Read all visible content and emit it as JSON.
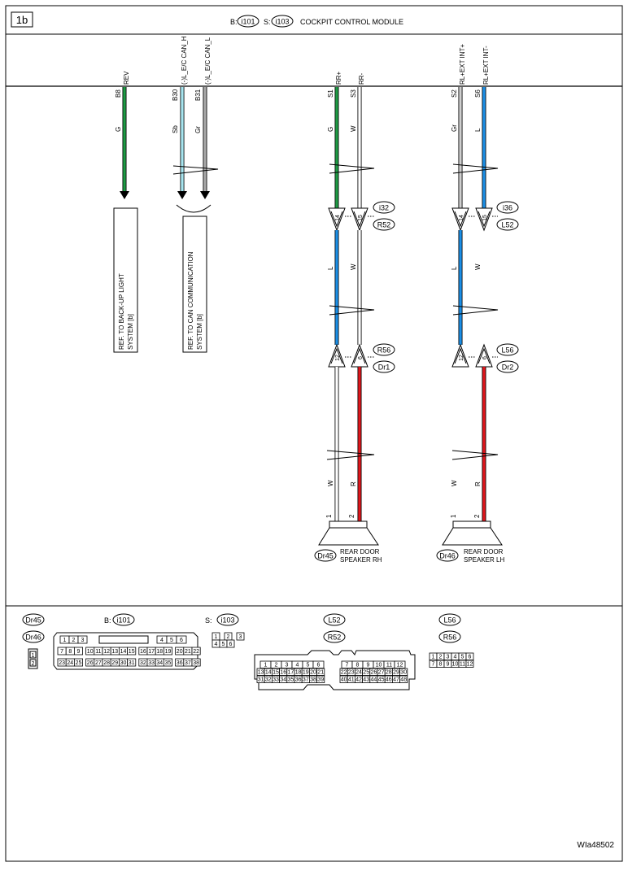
{
  "page_tag": "1b",
  "title": {
    "b_prefix": "B:",
    "b_conn": "i101",
    "s_prefix": "S:",
    "s_conn": "i103",
    "module_name": "COCKPIT CONTROL MODULE"
  },
  "module_pins": [
    {
      "pin": "B8",
      "signal": "REV",
      "color": "G",
      "hex": "#1e9a44"
    },
    {
      "pin": "B30",
      "signal": "(-)L_E/C CAN_H",
      "color": "Sb",
      "hex": "#a8e6f0"
    },
    {
      "pin": "B31",
      "signal": "(-)L_E/C CAN_L",
      "color": "Gr",
      "hex": "#a9a9a9"
    },
    {
      "pin": "S1",
      "signal": "RR+",
      "color": "G",
      "hex": "#1e9a44"
    },
    {
      "pin": "S3",
      "signal": "RR-",
      "color": "W",
      "hex": "#ffffff"
    },
    {
      "pin": "S2",
      "signal": "RL+EXT INT+",
      "color": "Gr",
      "hex": "#cfcfcf"
    },
    {
      "pin": "S6",
      "signal": "RL+EXT INT-",
      "color": "L",
      "hex": "#1b8fe6"
    }
  ],
  "refs": {
    "backup": [
      "REF. TO BACK-UP LIGHT",
      "SYSTEM [b]"
    ],
    "can": [
      "REF. TO CAN COMMUNICATION",
      "SYSTEM [b]"
    ]
  },
  "rh_branch": {
    "upper_conn_a": "i32",
    "upper_conn_b": "R52",
    "upper_pins": [
      "14",
      "15"
    ],
    "mid_colors": [
      "L",
      "W"
    ],
    "lower_conn_a": "R56",
    "lower_conn_b": "Dr1",
    "lower_pins": [
      "12",
      "6"
    ],
    "bottom_colors": [
      "W",
      "R"
    ],
    "speaker_pins": [
      "1",
      "2"
    ],
    "speaker_conn": "Dr45",
    "speaker_label": [
      "REAR DOOR",
      "SPEAKER RH"
    ]
  },
  "lh_branch": {
    "upper_conn_a": "i36",
    "upper_conn_b": "L52",
    "upper_pins": [
      "14",
      "15"
    ],
    "mid_colors": [
      "L",
      "W"
    ],
    "lower_conn_a": "L56",
    "lower_conn_b": "Dr2",
    "lower_pins": [
      "12",
      "6"
    ],
    "bottom_colors": [
      "W",
      "R"
    ],
    "speaker_pins": [
      "1",
      "2"
    ],
    "speaker_conn": "Dr46",
    "speaker_label": [
      "REAR DOOR",
      "SPEAKER LH"
    ]
  },
  "wire_colors": {
    "green": "#1e9a44",
    "blue": "#1b8fe6",
    "red": "#e0161c",
    "gray": "#cfcfcf",
    "skyblue": "#a8e6f0",
    "darkgray": "#a9a9a9"
  },
  "connector_views": {
    "dr": {
      "names": [
        "Dr45",
        "Dr46"
      ],
      "pins": [
        "1",
        "2"
      ]
    },
    "i101": {
      "prefix": "B:",
      "name": "i101",
      "row1_left": [
        "1",
        "2",
        "3"
      ],
      "row1_right": [
        "4",
        "5",
        "6"
      ],
      "row2": [
        "7",
        "8",
        "9",
        "10",
        "11",
        "12",
        "13",
        "14",
        "15",
        "16",
        "17",
        "18",
        "19",
        "20",
        "21",
        "22"
      ],
      "row3": [
        "23",
        "24",
        "25",
        "26",
        "27",
        "28",
        "29",
        "30",
        "31",
        "32",
        "33",
        "34",
        "35",
        "36",
        "37",
        "38"
      ]
    },
    "i103": {
      "prefix": "S:",
      "name": "i103",
      "pins": [
        "1",
        "2",
        "3",
        "4",
        "5",
        "6"
      ]
    },
    "l52": {
      "names": [
        "L52",
        "R52"
      ],
      "left_row1": [
        "1",
        "2",
        "3",
        "4",
        "5",
        "6"
      ],
      "left_row2": [
        "13",
        "14",
        "15",
        "16",
        "17",
        "18",
        "19",
        "20",
        "21"
      ],
      "left_row3": [
        "31",
        "32",
        "33",
        "34",
        "35",
        "36",
        "37",
        "38",
        "39"
      ],
      "right_row1": [
        "7",
        "8",
        "9",
        "10",
        "11",
        "12"
      ],
      "right_row2": [
        "22",
        "23",
        "24",
        "25",
        "26",
        "27",
        "28",
        "29",
        "30"
      ],
      "right_row3": [
        "40",
        "41",
        "42",
        "43",
        "44",
        "45",
        "46",
        "47",
        "48"
      ]
    },
    "l56": {
      "names": [
        "L56",
        "R56"
      ],
      "row1": [
        "1",
        "2",
        "3",
        "4",
        "5",
        "6"
      ],
      "row2": [
        "7",
        "8",
        "9",
        "10",
        "11",
        "12"
      ]
    }
  },
  "figure_code": "WIa48502"
}
